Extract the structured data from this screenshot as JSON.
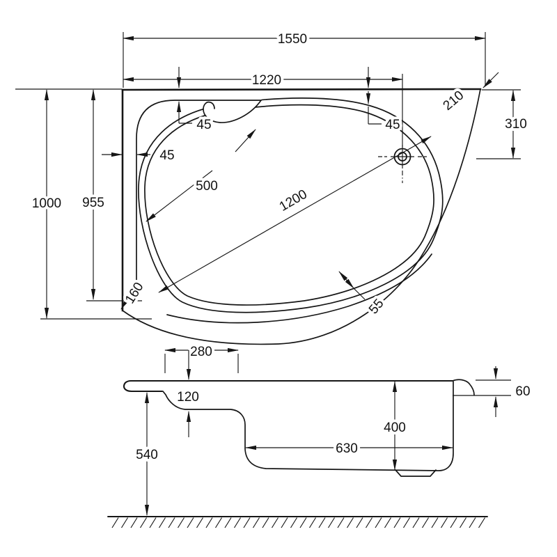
{
  "plan_view": {
    "dims": {
      "overall_width": "1550",
      "width_to_drain_center": "1220",
      "deck_offset_top": "45",
      "rim_offset_top": "45",
      "deck_offset_left": "45",
      "head_end_width": "500",
      "bowl_diagonal_length": "1200",
      "corner_radius_left": "160",
      "rim_width": "55",
      "corner_radius_right": "210",
      "drain_offset_from_wall": "310",
      "overall_depth": "1000",
      "inner_wall_depth": "955"
    }
  },
  "side_view": {
    "dims": {
      "seat_width": "280",
      "seat_drop": "120",
      "floor_to_rim_underside": "540",
      "base_length": "630",
      "inner_depth": "400",
      "rim_edge_thickness": "60"
    }
  },
  "colors": {
    "line": "#161616",
    "background": "#ffffff"
  }
}
